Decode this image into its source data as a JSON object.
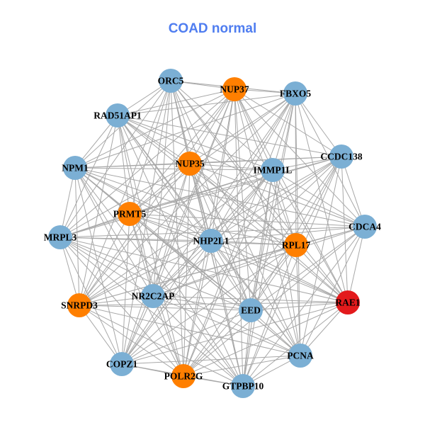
{
  "title": "COAD normal",
  "colors": {
    "normal": "#7bafd4",
    "highlight": "#ff7f00",
    "hub": "#e31a1c",
    "edge": "#a8a8a8"
  },
  "nodes": [
    {
      "label": "ORC5",
      "type": "normal"
    },
    {
      "label": "NUP37",
      "type": "highlight"
    },
    {
      "label": "FBXO5",
      "type": "normal"
    },
    {
      "label": "RAD51AP1",
      "type": "normal"
    },
    {
      "label": "CCDC138",
      "type": "normal"
    },
    {
      "label": "NUP35",
      "type": "highlight"
    },
    {
      "label": "IMMP1L",
      "type": "normal"
    },
    {
      "label": "NPM1",
      "type": "normal"
    },
    {
      "label": "PRMT5",
      "type": "highlight"
    },
    {
      "label": "CDCA4",
      "type": "normal"
    },
    {
      "label": "MRPL3",
      "type": "normal"
    },
    {
      "label": "NHP2L1",
      "type": "normal"
    },
    {
      "label": "RPL17",
      "type": "highlight"
    },
    {
      "label": "SNRPD3",
      "type": "highlight"
    },
    {
      "label": "NR2C2AP",
      "type": "normal"
    },
    {
      "label": "EED",
      "type": "normal"
    },
    {
      "label": "RAE1",
      "type": "hub"
    },
    {
      "label": "PCNA",
      "type": "normal"
    },
    {
      "label": "COPZ1",
      "type": "normal"
    },
    {
      "label": "POLR2G",
      "type": "highlight"
    },
    {
      "label": "GTPBP10",
      "type": "normal"
    }
  ],
  "adjacency": [
    [
      1,
      2,
      3,
      5,
      6,
      7,
      8,
      10,
      11,
      12,
      13,
      14,
      15,
      16,
      17,
      18,
      19,
      20
    ],
    [
      2,
      3,
      4,
      5,
      6,
      7,
      8,
      9,
      10,
      11,
      12,
      13,
      14,
      15,
      16,
      17,
      18,
      19,
      20
    ],
    [
      3,
      4,
      5,
      6,
      7,
      8,
      9,
      11,
      12,
      13,
      14,
      15,
      16,
      17,
      18,
      19,
      20
    ],
    [
      4,
      5,
      6,
      7,
      8,
      9,
      10,
      11,
      12,
      13,
      14,
      15,
      16,
      17,
      19,
      20
    ],
    [
      5,
      6,
      7,
      8,
      9,
      10,
      11,
      12,
      13,
      14,
      15,
      16,
      17,
      18,
      19,
      20
    ],
    [
      6,
      7,
      8,
      9,
      10,
      11,
      12,
      13,
      14,
      15,
      16,
      17,
      18,
      19,
      20
    ],
    [
      7,
      8,
      9,
      10,
      11,
      12,
      13,
      14,
      15,
      16,
      17,
      18,
      19,
      20
    ],
    [
      8,
      9,
      10,
      11,
      12,
      13,
      14,
      15,
      16,
      17,
      18,
      19,
      20
    ],
    [
      9,
      10,
      11,
      12,
      13,
      14,
      15,
      16,
      17,
      18,
      19,
      20
    ],
    [
      10,
      11,
      12,
      13,
      14,
      15,
      16,
      17,
      19,
      20
    ],
    [
      11,
      12,
      13,
      14,
      15,
      16,
      17,
      18,
      19,
      20
    ],
    [
      12,
      13,
      14,
      15,
      16,
      17,
      18,
      19,
      20
    ],
    [
      13,
      14,
      15,
      16,
      17,
      18,
      19,
      20
    ],
    [
      14,
      15,
      16,
      17,
      18,
      19,
      20
    ],
    [
      15,
      16,
      17,
      18,
      19,
      20
    ],
    [
      16,
      17,
      18,
      19,
      20
    ],
    [
      17,
      18,
      19,
      20
    ],
    [
      18,
      19,
      20
    ],
    [
      19,
      20
    ],
    [
      20
    ],
    []
  ]
}
